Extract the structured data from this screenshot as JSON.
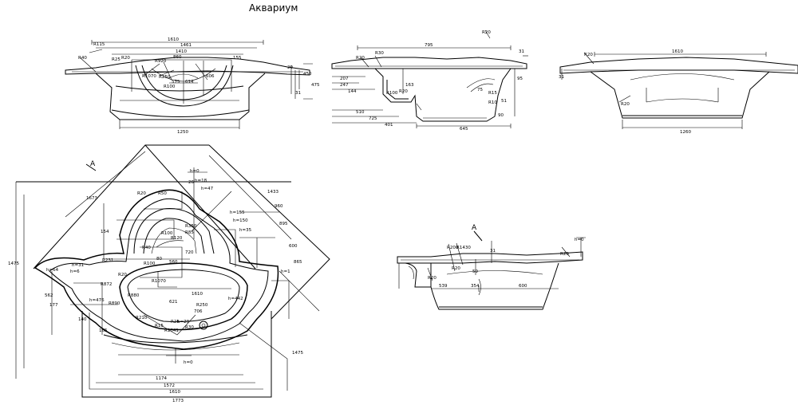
{
  "title": "Аквариум",
  "section_label": "A",
  "views": {
    "front": {
      "dims": [
        "1610",
        "1461",
        "1410",
        "860",
        "R920",
        "R115",
        "R40",
        "R25",
        "R20",
        "R1070",
        "R250",
        "R100",
        "575",
        "614",
        "606",
        "155",
        "450",
        "475",
        "20",
        "1250",
        "31"
      ]
    },
    "side": {
      "dims": [
        "795",
        "R20",
        "R30",
        "207",
        "247",
        "144",
        "R100",
        "R20",
        "510",
        "725",
        "401",
        "645",
        "163",
        "R20",
        "31",
        "95",
        "90",
        "75",
        "R15",
        "R10",
        "51"
      ]
    },
    "right": {
      "dims": [
        "1610",
        "R20",
        "R20",
        "1260",
        "31"
      ]
    },
    "plan": {
      "dims": [
        "h=0",
        "h=18",
        "h=47",
        "h=155",
        "h=150",
        "h=35",
        "h=64",
        "h=31",
        "h=6",
        "h=476",
        "h=442",
        "h=20",
        "h=0",
        "h=1",
        "1673",
        "1433",
        "1475",
        "1475",
        "895",
        "600",
        "865",
        "960",
        "R50",
        "154",
        "R350",
        "R85",
        "R120",
        "R100",
        "R20",
        "R40",
        "R231",
        "R872",
        "R880",
        "R890",
        "R210",
        "R20",
        "R250",
        "720",
        "560",
        "1610",
        "706",
        "621",
        "R1070",
        "R100",
        "165",
        "140",
        "R25",
        "R1041",
        "562",
        "177",
        "R15",
        "R30",
        "1174",
        "1572",
        "1610",
        "1773",
        "26",
        "80"
      ]
    },
    "section": {
      "dims": [
        "h=0",
        "R20",
        "R200",
        "R1430",
        "R20",
        "59",
        "R20",
        "539",
        "354",
        "600",
        "31"
      ]
    }
  }
}
